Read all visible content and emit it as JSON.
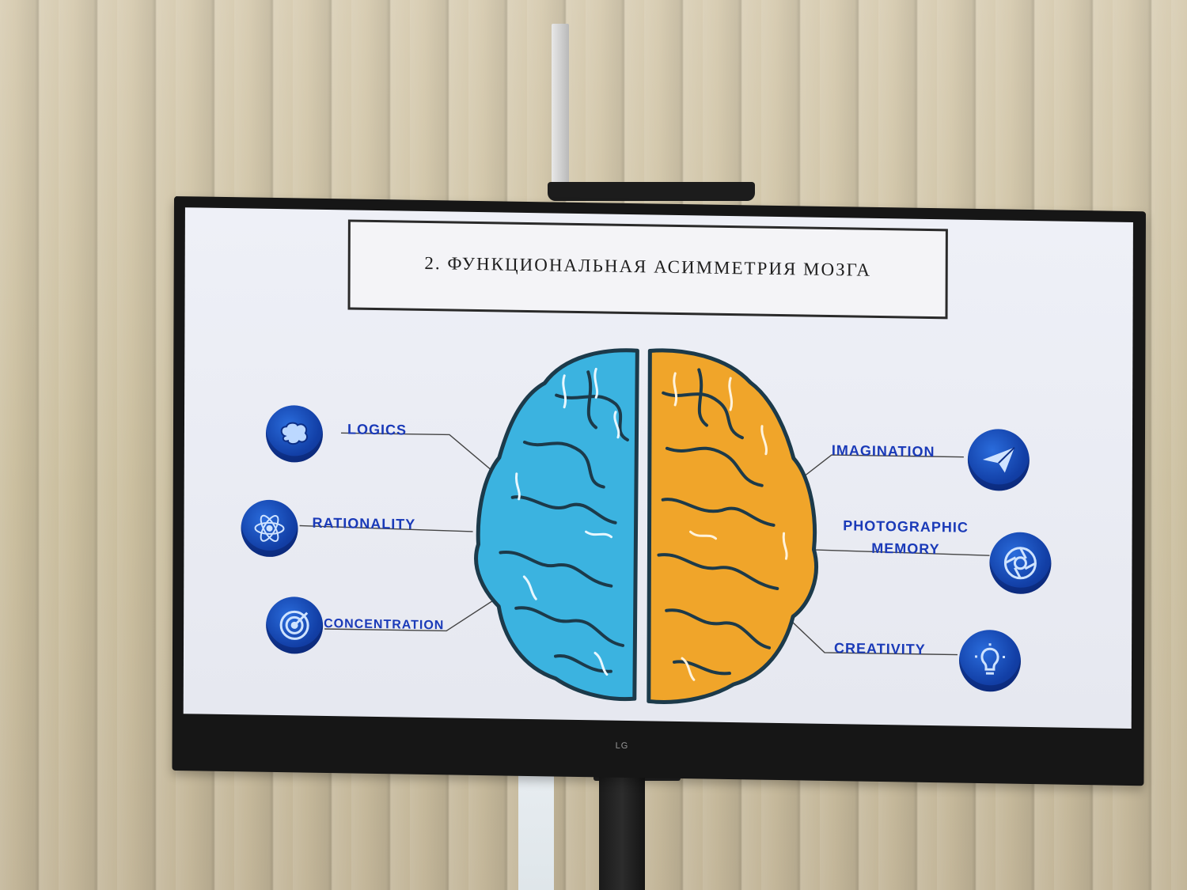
{
  "slide": {
    "title": "2. ФУНКЦИОНАЛЬНАЯ АСИММЕТРИЯ МОЗГА",
    "left_labels": [
      "LOGICS",
      "RATIONALITY",
      "CONCENTRATION"
    ],
    "right_labels": [
      "IMAGINATION",
      "PHOTOGRAPHIC MEMORY",
      "CREATIVITY"
    ],
    "left_icons": [
      "brain-icon",
      "atom-icon",
      "target-icon"
    ],
    "right_icons": [
      "paper-plane-icon",
      "camera-aperture-icon",
      "lightbulb-icon"
    ]
  },
  "tv": {
    "brand": "LG"
  },
  "colors": {
    "left_hemisphere": "#3bb3e0",
    "right_hemisphere": "#f0a52a",
    "label_blue": "#1a3ab8",
    "icon_blue": "#1545b0"
  }
}
